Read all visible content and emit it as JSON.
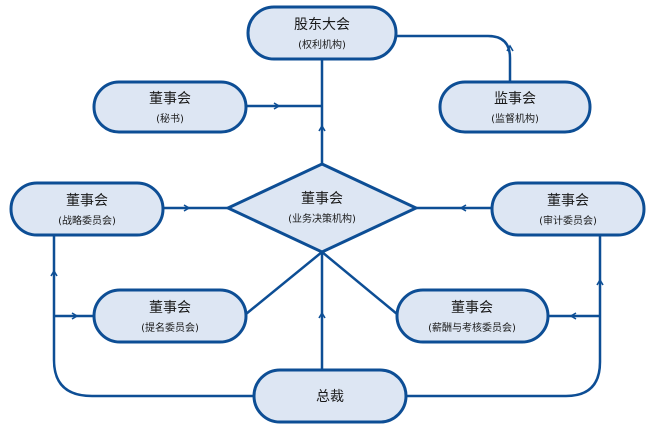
{
  "colors": {
    "node_fill": "#dde6f3",
    "node_stroke": "#0d4e95",
    "line": "#0d4e95"
  },
  "nodes": {
    "shareholders": {
      "title": "股东大会",
      "subtitle": "(权利机构)"
    },
    "secretary": {
      "title": "董事会",
      "subtitle": "(秘书)"
    },
    "supervisory": {
      "title": "监事会",
      "subtitle": "(监督机构)"
    },
    "board": {
      "title": "董事会",
      "subtitle": "(业务决策机构)"
    },
    "strategy": {
      "title": "董事会",
      "subtitle": "(战略委员会)"
    },
    "audit": {
      "title": "董事会",
      "subtitle": "(审计委员会)"
    },
    "nomination": {
      "title": "董事会",
      "subtitle": "(提名委员会)"
    },
    "compensation": {
      "title": "董事会",
      "subtitle": "(薪酬与考核委员会)"
    },
    "ceo": {
      "title": "总裁"
    }
  }
}
